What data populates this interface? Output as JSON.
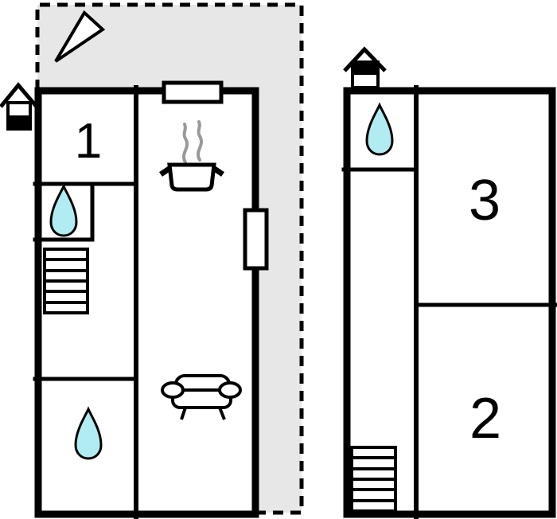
{
  "floor_plan": {
    "room_labels": {
      "room_1": "1",
      "room_2": "2",
      "room_3": "3"
    },
    "colors": {
      "wall_black": "#000000",
      "terrace_gray": "#e7e7e7",
      "water_drop_cyan": "#b0ecf2",
      "steam_gray": "#999999",
      "background_white": "#ffffff"
    },
    "icons": {
      "north_arrow": "compass-needle-triangle",
      "chimney": "house-gable-chimney-marker",
      "water_drop": "teardrop-water-marker",
      "stairs": "staircase-treads",
      "cooking_pot": "pot-with-steam-kitchen-marker",
      "sofa": "sofa-living-room-marker",
      "window": "wall-window-opening",
      "door": "wall-door-opening",
      "terrace": "dashed-outline-terrace-area"
    }
  }
}
